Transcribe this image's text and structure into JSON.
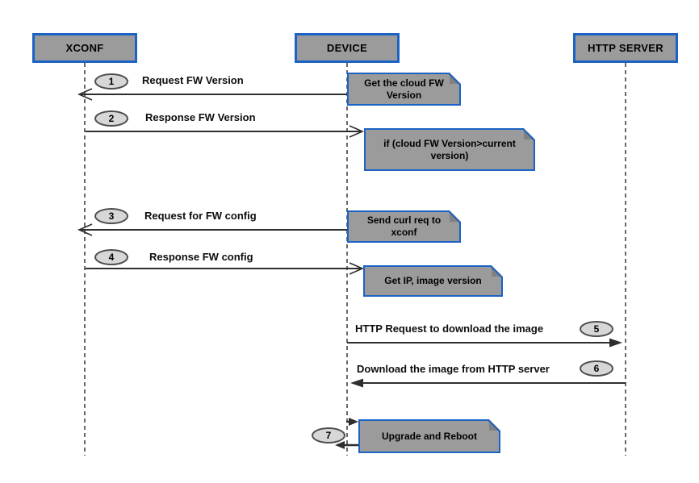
{
  "diagram": {
    "actors": [
      {
        "label": "XCONF"
      },
      {
        "label": "DEVICE"
      },
      {
        "label": "HTTP SERVER"
      }
    ],
    "messages": [
      {
        "num": "1",
        "label": "Request FW Version"
      },
      {
        "num": "2",
        "label": "Response FW Version"
      },
      {
        "num": "3",
        "label": "Request for FW config"
      },
      {
        "num": "4",
        "label": "Response FW config"
      },
      {
        "num": "5",
        "label": "HTTP Request to download the image"
      },
      {
        "num": "6",
        "label": "Download the image from HTTP server"
      },
      {
        "num": "7",
        "label": ""
      }
    ],
    "notes": [
      {
        "text": "Get the cloud FW Version"
      },
      {
        "text": "if (cloud FW Version>current version)"
      },
      {
        "text": "Send curl req to xconf"
      },
      {
        "text": "Get IP, image version"
      },
      {
        "text": "Upgrade and Reboot"
      }
    ],
    "colors": {
      "shape_fill": "#9b9b9b",
      "shape_border": "#1b63c5",
      "bubble_fill": "#d7d7d7",
      "bubble_border": "#4d4d4d",
      "line": "#2e2e2e"
    }
  }
}
